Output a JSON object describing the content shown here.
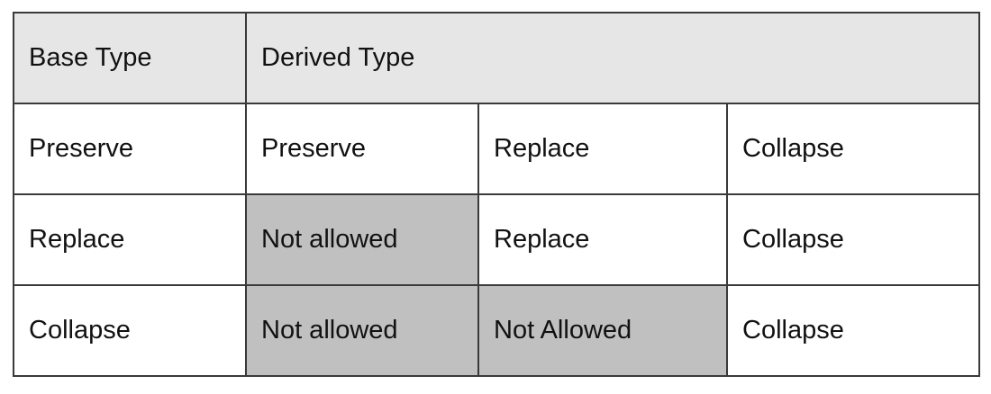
{
  "table": {
    "header": {
      "base_type": "Base Type",
      "derived_type": "Derived Type"
    },
    "rows": [
      {
        "base": "Preserve",
        "cells": [
          {
            "text": "Preserve",
            "not_allowed": false
          },
          {
            "text": "Replace",
            "not_allowed": false
          },
          {
            "text": "Collapse",
            "not_allowed": false
          }
        ]
      },
      {
        "base": "Replace",
        "cells": [
          {
            "text": "Not allowed",
            "not_allowed": true
          },
          {
            "text": "Replace",
            "not_allowed": false
          },
          {
            "text": "Collapse",
            "not_allowed": false
          }
        ]
      },
      {
        "base": "Collapse",
        "cells": [
          {
            "text": "Not allowed",
            "not_allowed": true
          },
          {
            "text": "Not Allowed",
            "not_allowed": true
          },
          {
            "text": "Collapse",
            "not_allowed": false
          }
        ]
      }
    ]
  },
  "colors": {
    "header_bg": "#e6e6e6",
    "not_allowed_bg": "#c0c0c0",
    "border": "#3a3a3a",
    "text": "#111111"
  }
}
